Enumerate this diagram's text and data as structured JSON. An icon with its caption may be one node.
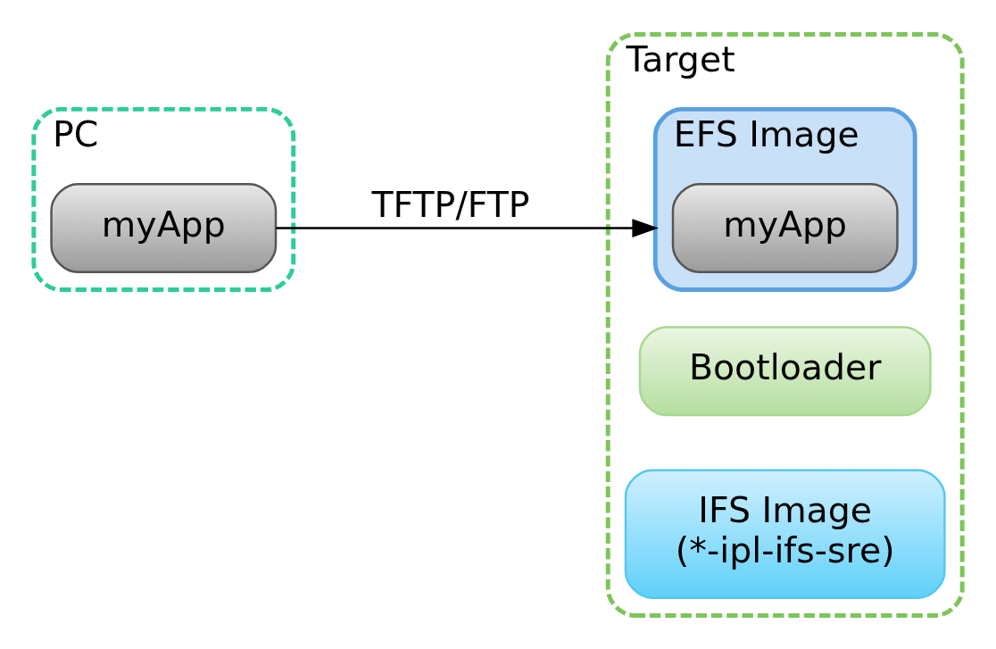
{
  "diagram": {
    "nodes": [
      {
        "text": [
          "PC"
        ]
      },
      {
        "text": [
          "Target"
        ]
      },
      {
        "text": [
          "myApp"
        ],
        "in": 0
      },
      {
        "text": [
          "Bootloader"
        ],
        "in": 1
      },
      {
        "text": [
          "IFS Image",
          "(*-ipl-ifs-sre)"
        ],
        "in": 1
      },
      {
        "text": [
          "EFS Image"
        ],
        "in": 1
      },
      {
        "text": [
          "myApp"
        ],
        "in": 5
      }
    ],
    "edges": [
      {
        "from": 2,
        "to": 5,
        "arrow": "to",
        "label": "TFTP/FTP"
      }
    ]
  }
}
